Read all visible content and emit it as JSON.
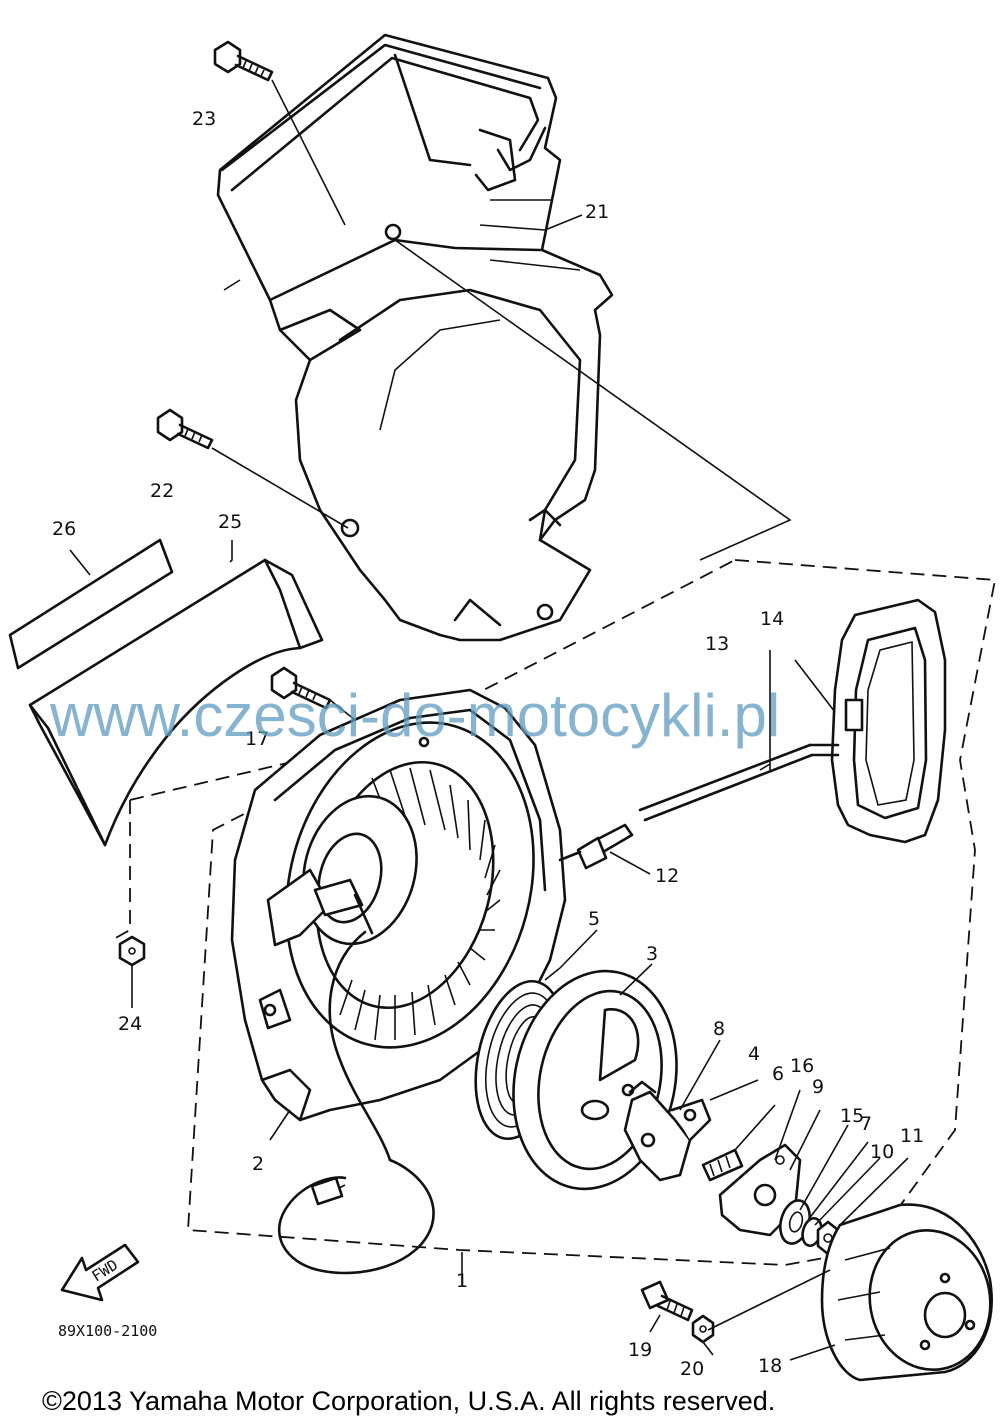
{
  "diagram": {
    "part_code": "89X100-2100",
    "fwd_label": "FWD",
    "watermark": "www.czesci-do-motocykli.pl",
    "copyright": "©2013 Yamaha Motor Corporation, U.S.A. All rights reserved.",
    "callouts": {
      "c1": "1",
      "c2": "2",
      "c3": "3",
      "c4": "4",
      "c5": "5",
      "c6": "6",
      "c7": "7",
      "c8": "8",
      "c9": "9",
      "c10": "10",
      "c11": "11",
      "c12": "12",
      "c13": "13",
      "c14": "14",
      "c15": "15",
      "c16": "16",
      "c17": "17",
      "c18": "18",
      "c19": "19",
      "c20": "20",
      "c21": "21",
      "c22": "22",
      "c23": "23",
      "c24": "24",
      "c25": "25",
      "c26": "26"
    }
  }
}
